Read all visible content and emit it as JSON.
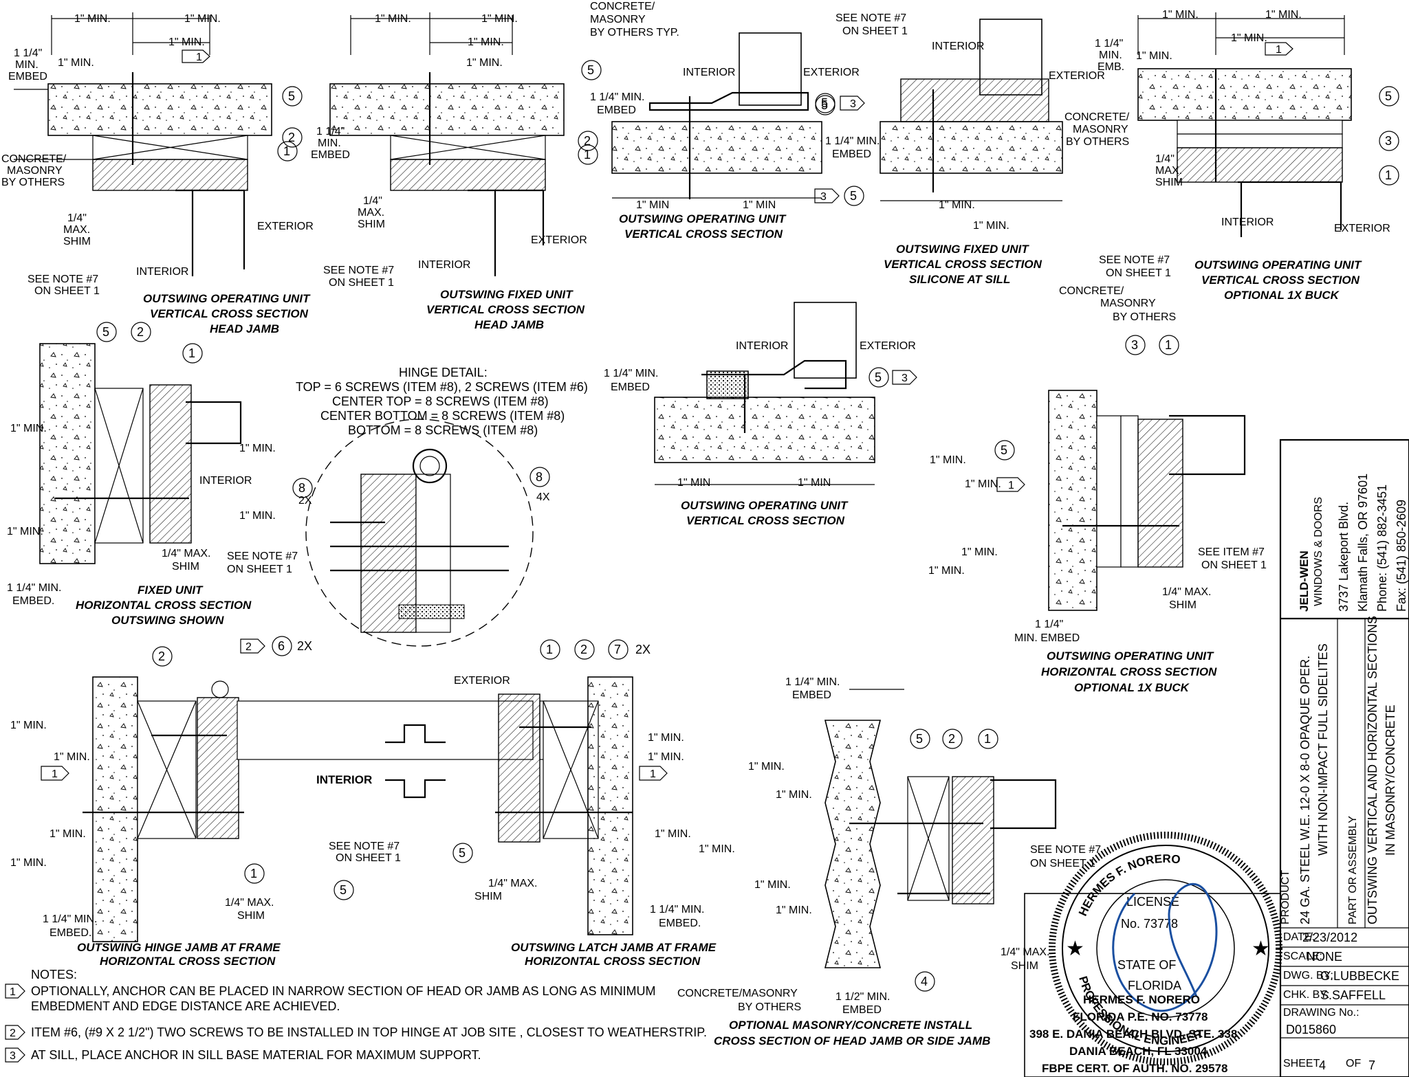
{
  "dim_labels": {
    "one_min": "1\" MIN.",
    "one_min_b": "1\" MIN",
    "embed_114_min": "1 1/4\" MIN.",
    "embed": "EMBED",
    "embed_dot": "EMBED.",
    "min_embed": "MIN. EMBED",
    "min_embed_stack": [
      "1 1/4\"",
      "MIN.",
      "EMBED"
    ],
    "min_emb": [
      "1 1/4\"",
      "MIN.",
      "EMB."
    ],
    "shim": [
      "1/4\"",
      "MAX.",
      "SHIM"
    ],
    "shim_inline": "1/4\" MAX.",
    "shim_word": "SHIM",
    "embed_112": "1 1/2\" MIN."
  },
  "labels": {
    "interior": "INTERIOR",
    "exterior": "EXTERIOR",
    "concrete_masonry": [
      "CONCRETE/",
      "MASONRY",
      "BY OTHERS"
    ],
    "concrete_masonry_typ": [
      "CONCRETE/",
      "MASONRY",
      "BY OTHERS TYP."
    ],
    "concrete_masonry_inline": [
      "CONCRETE/MASONRY",
      "BY OTHERS"
    ],
    "see_note7": [
      "SEE NOTE #7",
      "ON SHEET 1"
    ],
    "see_item7": [
      "SEE ITEM #7",
      "ON SHEET 1"
    ],
    "two_x": "2X",
    "four_x": "4X"
  },
  "hinge_detail": {
    "title": "HINGE DETAIL:",
    "lines": [
      "TOP = 6 SCREWS (ITEM #8), 2 SCREWS (ITEM #6)",
      "CENTER TOP = 8 SCREWS (ITEM #8)",
      "CENTER BOTTOM = 8 SCREWS (ITEM #8)",
      "BOTTOM = 8 SCREWS (ITEM #8)"
    ]
  },
  "captions": {
    "head_jamb": [
      "OUTSWING OPERATING UNIT",
      "VERTICAL CROSS SECTION",
      "HEAD JAMB"
    ],
    "fixed_head": [
      "OUTSWING FIXED UNIT",
      "VERTICAL CROSS SECTION",
      "HEAD JAMB"
    ],
    "op_vertical": [
      "OUTSWING OPERATING UNIT",
      "VERTICAL CROSS SECTION"
    ],
    "fixed_silicone": [
      "OUTSWING FIXED UNIT",
      "VERTICAL CROSS SECTION",
      "SILICONE AT SILL"
    ],
    "op_buck": [
      "OUTSWING OPERATING UNIT",
      "VERTICAL CROSS SECTION",
      "OPTIONAL 1X BUCK"
    ],
    "fixed_horizontal": [
      "FIXED UNIT",
      "HORIZONTAL CROSS SECTION",
      "OUTSWING SHOWN"
    ],
    "op_vertical_2": [
      "OUTSWING OPERATING UNIT",
      "VERTICAL CROSS SECTION"
    ],
    "op_horizontal_buck": [
      "OUTSWING OPERATING UNIT",
      "HORIZONTAL CROSS SECTION",
      "OPTIONAL 1X BUCK"
    ],
    "hinge_jamb": [
      "OUTSWING HINGE JAMB AT FRAME",
      "HORIZONTAL CROSS SECTION"
    ],
    "latch_jamb": [
      "OUTSWING LATCH JAMB AT FRAME",
      "HORIZONTAL CROSS SECTION"
    ],
    "optional_masonry": [
      "OPTIONAL MASONRY/CONCRETE INSTALL",
      "CROSS SECTION OF HEAD JAMB OR SIDE JAMB"
    ]
  },
  "notes": {
    "heading": "NOTES:",
    "items": [
      {
        "num": "1",
        "lines": [
          "OPTIONALLY, ANCHOR CAN BE PLACED IN NARROW SECTION OF HEAD OR JAMB AS LONG AS MINIMUM",
          "EMBEDMENT AND EDGE DISTANCE ARE ACHIEVED."
        ]
      },
      {
        "num": "2",
        "lines": [
          "ITEM #6, (#9 X 2 1/2\") TWO SCREWS TO BE INSTALLED IN TOP HINGE AT JOB SITE , CLOSEST TO WEATHERSTRIP."
        ]
      },
      {
        "num": "3",
        "lines": [
          "AT SILL, PLACE ANCHOR IN SILL BASE MATERIAL FOR MAXIMUM SUPPORT."
        ]
      }
    ]
  },
  "engineer": {
    "lines": [
      "HERMES F. NORERO",
      "FLORIDA P.E. NO. 73778",
      "398 E. DANIA BEACH BLVD. STE. 338",
      "DANIA BEACH, FL  33004",
      "FBPE CERT. OF AUTH. NO. 29578"
    ],
    "seal_top": "HERMES F. NORERO",
    "seal_license": "LICENSE",
    "seal_no": "No. 73778",
    "seal_state": "STATE OF",
    "seal_florida": "FLORIDA",
    "seal_bottom": "PROFESSIONAL ENGINEER"
  },
  "title_block": {
    "company": "JELD-WEN",
    "company_sub": "WINDOWS & DOORS",
    "address": [
      "3737 Lakeport Blvd.",
      "Klamath Falls, OR 97601",
      "Phone: (541) 882-3451",
      "Fax: (541) 850-2609"
    ],
    "product_label": "PRODUCT",
    "product": [
      "24 GA. STEEL W.E. 12-0 X 8-0 OPAQUE OPER.",
      "WITH NON-IMPACT FULL SIDELITES"
    ],
    "part_label": "PART OR ASSEMBLY",
    "part": [
      "OUTSWING VERTICAL AND HORIZONTAL SECTIONS",
      "IN MASONRY/CONCRETE"
    ],
    "date_label": "DATE:",
    "date": "2/23/2012",
    "scale_label": "SCALE:",
    "scale": "NONE",
    "dwg_label": "DWG. BY:",
    "dwg_by": "G.LUBBECKE",
    "chk_label": "CHK. BY:",
    "chk_by": "S.SAFFELL",
    "drawing_no_label": "DRAWING No.:",
    "drawing_no": "D015860",
    "sheet_label": "SHEET",
    "sheet": "4",
    "of_label": "OF",
    "of": "7"
  },
  "callouts": {
    "c1": "1",
    "c2": "2",
    "c3": "3",
    "c4": "4",
    "c5": "5",
    "c6": "6",
    "c7": "7",
    "c8": "8"
  }
}
